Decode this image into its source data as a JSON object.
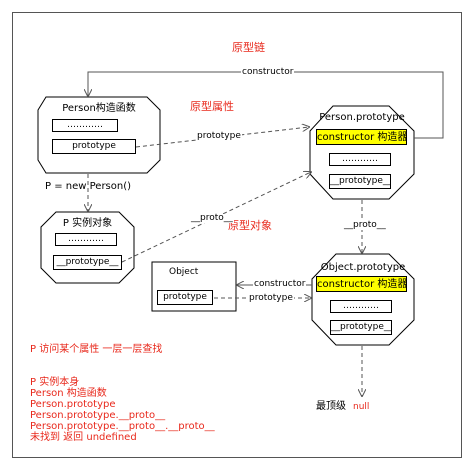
{
  "diagram": {
    "title": "原型链",
    "label_prototype_property": "原型属性",
    "label_prototype_object": "原型对象",
    "person_constructor": {
      "title": "Person构造函数",
      "field": "…………",
      "prototype": "prototype"
    },
    "new_person": "P = new Person()",
    "p_instance": {
      "title": "P 实例对象",
      "field": "…………",
      "proto": "__prototype__"
    },
    "person_prototype": {
      "title": "Person.prototype",
      "constructor": "constructor 构造器",
      "field": "…………",
      "proto": "__prototype__"
    },
    "object_constructor": {
      "title": "Object",
      "prototype": "prototype"
    },
    "object_prototype": {
      "title": "Object.prototype",
      "constructor": "constructor 构造器",
      "field": "…………",
      "proto": "__prototype__"
    },
    "edges": {
      "constructor_top": "constructor",
      "prototype_mid": "prototype",
      "proto_diag": "__proto__",
      "proto_vertical": "__proto__",
      "constructor_bottom": "constructor",
      "prototype_bottom": "prototype"
    },
    "top_level_label": "最顶级",
    "null_label": "null",
    "notes": [
      "P 访问某个属性 一层一层查找",
      "",
      "P 实例本身",
      "Person 构造函数",
      "Person.prototype",
      "Person.prototype.__proto__",
      "Person.prototype.__proto__.__proto__",
      "未找到 返回 undefined"
    ],
    "colors": {
      "accent_red": "#e8291c",
      "highlight_yellow": "#ffff00",
      "line_gray": "#555555"
    }
  }
}
